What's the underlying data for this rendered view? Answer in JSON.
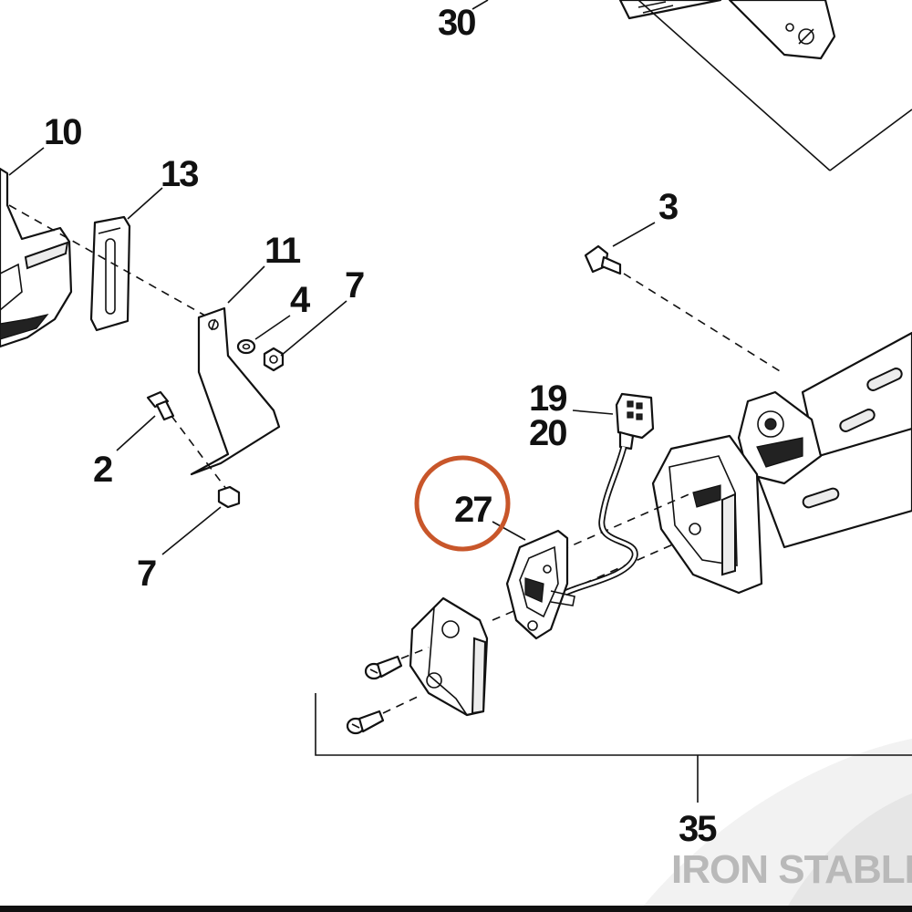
{
  "callouts": {
    "c30": "30",
    "c10": "10",
    "c13": "13",
    "c11": "11",
    "c4": "4",
    "c7a": "7",
    "c7b": "7",
    "c2": "2",
    "c3": "3",
    "c19": "19",
    "c20": "20",
    "c27": "27",
    "c35": "35"
  },
  "highlight": {
    "target": "27",
    "color": "#c8562a"
  },
  "watermark": {
    "text": "IRON STABLE",
    "color": "#b9b9b9"
  }
}
